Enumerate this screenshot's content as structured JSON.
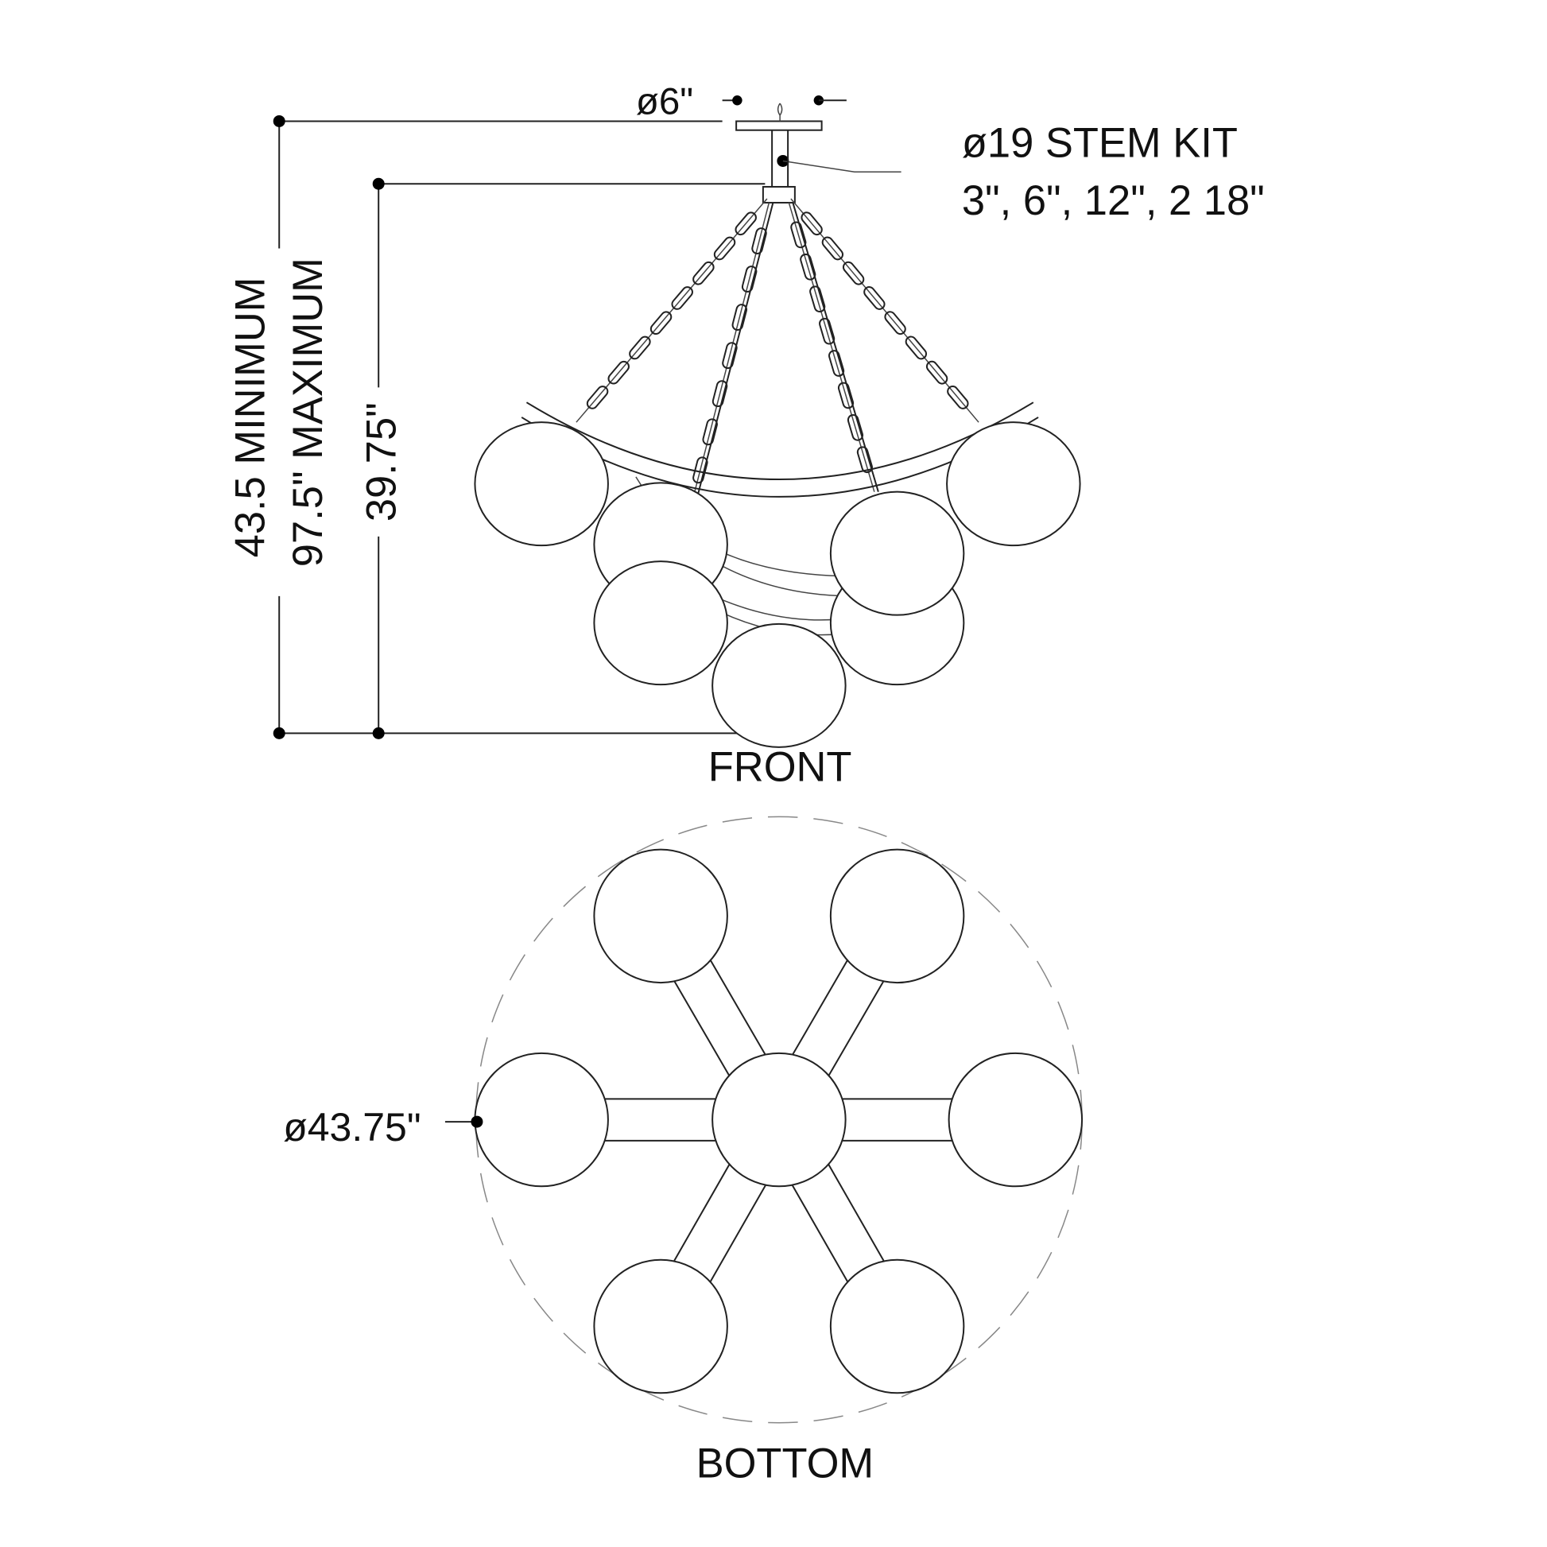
{
  "drawing": {
    "canopy_diameter_label": "ø6\"",
    "stem_kit_label": "ø19 STEM KIT",
    "stem_kit_lengths": "3\", 6\", 12\", 2 18\"",
    "overall_min_label": "43.5 MINIMUM",
    "overall_max_label": "97.5\" MAXIMUM",
    "fixture_height_label": "39.75\"",
    "front_view_label": "FRONT",
    "bottom_diameter_label": "ø43.75\"",
    "bottom_view_label": "BOTTOM"
  }
}
